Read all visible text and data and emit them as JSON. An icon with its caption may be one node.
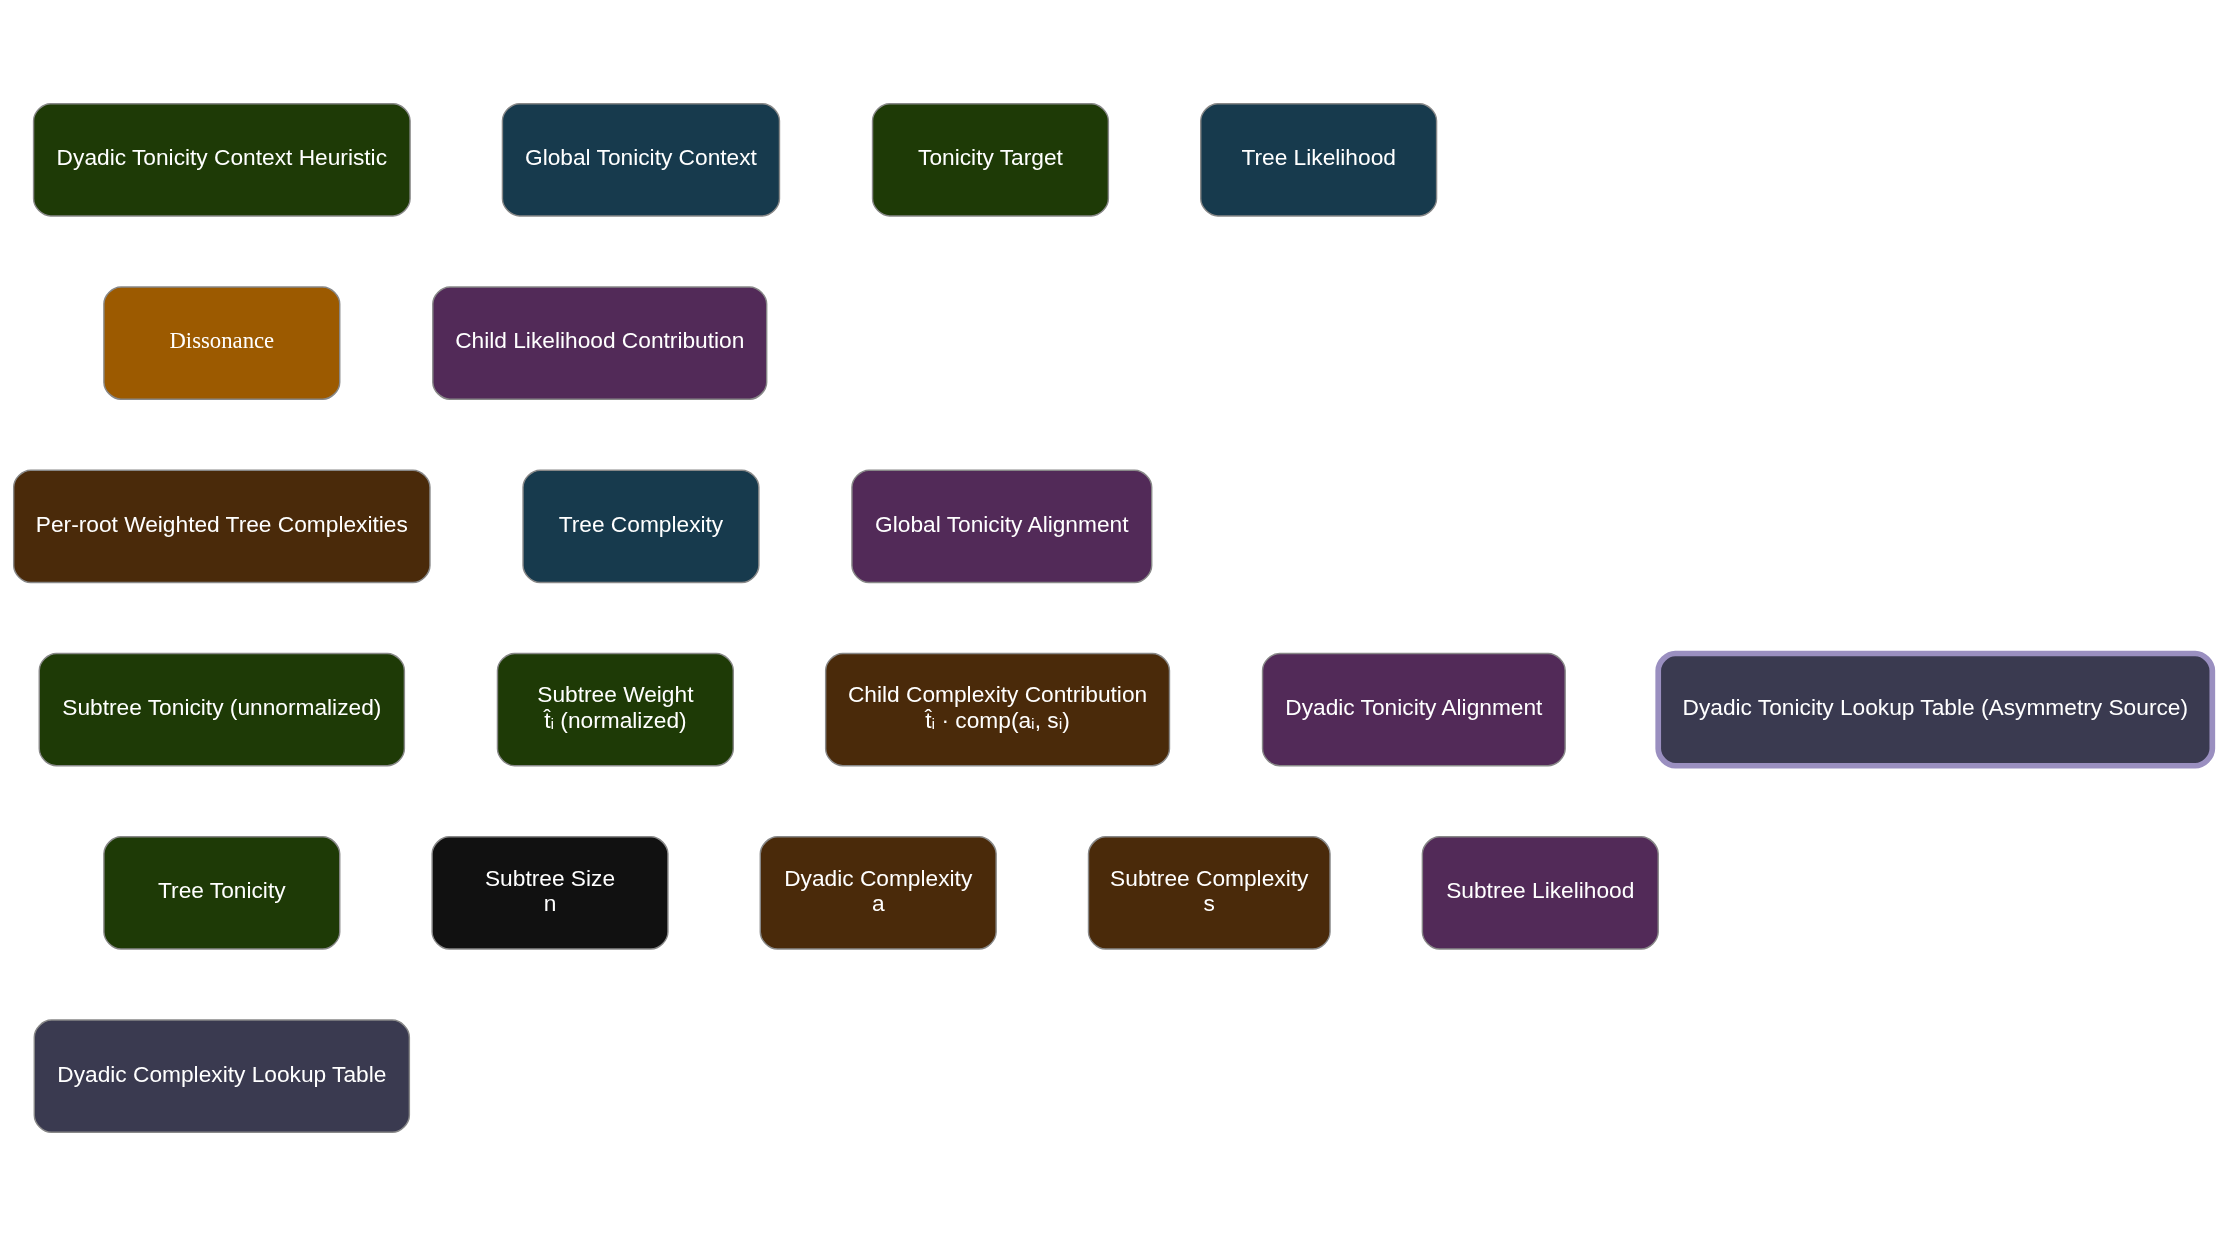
{
  "diagram": {
    "nodes": [
      {
        "text": [
          "Dyadic Tonicity Context Heuristic"
        ]
      },
      {
        "text": [
          "Global Tonicity Context"
        ]
      },
      {
        "text": [
          "Tonicity Target"
        ]
      },
      {
        "text": [
          "Tree Likelihood"
        ]
      },
      {
        "text": [
          "Dissonance"
        ]
      },
      {
        "text": [
          "Child Likelihood Contribution"
        ]
      },
      {
        "text": [
          "Per-root Weighted Tree Complexities"
        ]
      },
      {
        "text": [
          "Tree Complexity"
        ]
      },
      {
        "text": [
          "Global Tonicity Alignment"
        ]
      },
      {
        "text": [
          "Subtree Tonicity (unnormalized)"
        ]
      },
      {
        "text": [
          "Subtree Weight",
          "t̂ᵢ (normalized)"
        ]
      },
      {
        "text": [
          "Child Complexity Contribution",
          "t̂ᵢ · comp(aᵢ, sᵢ)"
        ]
      },
      {
        "text": [
          "Dyadic Tonicity Alignment"
        ]
      },
      {
        "text": [
          "Dyadic Tonicity Lookup Table (Asymmetry Source)"
        ]
      },
      {
        "text": [
          "Tree Tonicity"
        ]
      },
      {
        "text": [
          "Subtree Size",
          "n"
        ]
      },
      {
        "text": [
          "Dyadic Complexity",
          "a"
        ]
      },
      {
        "text": [
          "Subtree Complexity",
          "s"
        ]
      },
      {
        "text": [
          "Subtree Likelihood"
        ]
      },
      {
        "text": [
          "Dyadic Complexity Lookup Table"
        ]
      }
    ],
    "edges": []
  }
}
